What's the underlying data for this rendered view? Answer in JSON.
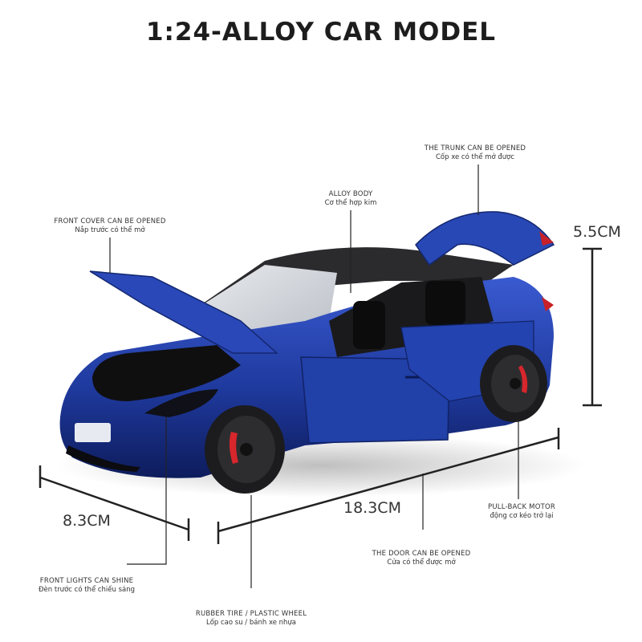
{
  "title": "1:24-ALLOY CAR MODEL",
  "callouts": {
    "trunk": {
      "en": "THE TRUNK CAN BE OPENED",
      "vi": "Cốp xe có thể mở được"
    },
    "body": {
      "en": "ALLOY BODY",
      "vi": "Cơ thể hợp kim"
    },
    "hood": {
      "en": "FRONT COVER CAN BE OPENED",
      "vi": "Nắp trước có thể mở"
    },
    "motor": {
      "en": "PULL-BACK MOTOR",
      "vi": "động cơ kéo trở lại"
    },
    "door": {
      "en": "THE DOOR CAN BE OPENED",
      "vi": "Cửa có thể được mở"
    },
    "lights": {
      "en": "FRONT LIGHTS CAN SHINE",
      "vi": "Đèn trước có thể chiếu sáng"
    },
    "tire": {
      "en": "RUBBER TIRE / PLASTIC WHEEL",
      "vi": "Lốp cao su / bánh xe nhựa"
    }
  },
  "dimensions": {
    "height": "5.5CM",
    "length": "18.3CM",
    "width": "8.3CM"
  },
  "colors": {
    "car_body": "#1f3a9e",
    "car_dark": "#0f1f66",
    "glass": "#d6d9de",
    "roof": "#2b2b2e",
    "wheel": "#1c1c1e",
    "caliper": "#d7262c",
    "line": "#222222"
  }
}
